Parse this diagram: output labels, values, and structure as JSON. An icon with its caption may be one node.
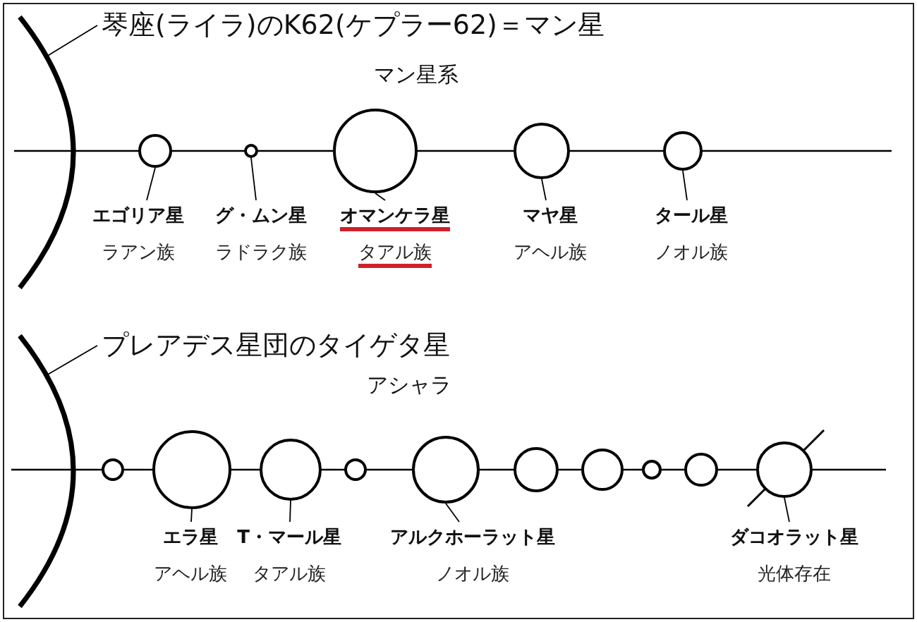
{
  "diagram": {
    "nodes": [
      {
        "text": [
          "琴座(ライラ)のK62(ケプラー62)＝マン星"
        ]
      },
      {
        "text": [],
        "shape": "arc"
      },
      {
        "text": [],
        "shape": "circle"
      },
      {
        "text": [],
        "shape": "circle"
      },
      {
        "text": [],
        "shape": "circle"
      },
      {
        "text": [],
        "shape": "circle"
      },
      {
        "text": [],
        "shape": "circle"
      },
      {
        "text": [
          "エゴリア星",
          "ラアン族"
        ]
      },
      {
        "text": [
          "グ・ムン星",
          "ラドラク族"
        ]
      },
      {
        "text": [
          "オマンケラ星",
          "タアル族"
        ]
      },
      {
        "text": [
          "マヤ星",
          "アヘル族"
        ]
      },
      {
        "text": [
          "タール星",
          "ノオル族"
        ]
      },
      {
        "text": [
          "プレアデス星団のタイゲタ星"
        ]
      },
      {
        "text": [],
        "shape": "arc"
      },
      {
        "text": [],
        "shape": "circle"
      },
      {
        "text": [],
        "shape": "circle"
      },
      {
        "text": [],
        "shape": "circle"
      },
      {
        "text": [],
        "shape": "circle"
      },
      {
        "text": [],
        "shape": "circle"
      },
      {
        "text": [],
        "shape": "circle"
      },
      {
        "text": [],
        "shape": "circle"
      },
      {
        "text": [],
        "shape": "circle"
      },
      {
        "text": [],
        "shape": "circle"
      },
      {
        "text": [],
        "shape": "circle"
      },
      {
        "text": [
          "エラ星",
          "アヘル族"
        ]
      },
      {
        "text": [
          "T・マール星",
          "タアル族"
        ]
      },
      {
        "text": [
          "アルクホーラット星",
          "ノオル族"
        ]
      },
      {
        "text": [
          "ダコオラット星",
          "光体存在"
        ]
      }
    ],
    "edges": [
      {
        "from": 0,
        "to": 1,
        "arrow": "none"
      },
      {
        "from": 7,
        "to": 2,
        "arrow": "none"
      },
      {
        "from": 8,
        "to": 3,
        "arrow": "none"
      },
      {
        "from": 9,
        "to": 4,
        "arrow": "none"
      },
      {
        "from": 10,
        "to": 5,
        "arrow": "none"
      },
      {
        "from": 11,
        "to": 6,
        "arrow": "none"
      },
      {
        "from": 12,
        "to": 13,
        "arrow": "none"
      },
      {
        "from": 24,
        "to": 15,
        "arrow": "none"
      },
      {
        "from": 25,
        "to": 16,
        "arrow": "none"
      },
      {
        "from": 26,
        "to": 18,
        "arrow": "none"
      },
      {
        "from": 27,
        "to": 23,
        "arrow": "none"
      }
    ],
    "labels": [
      "マン星系",
      "アシャラ"
    ]
  }
}
